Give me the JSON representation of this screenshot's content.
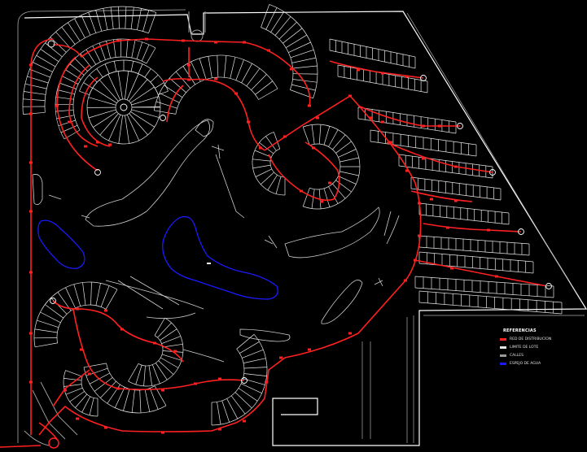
{
  "drawing": {
    "background_color": "#000000",
    "lot_line_color": "#e6e6e6",
    "network_color": "#ff2020",
    "water_color": "#1a1aff",
    "boundary_color": "#ffffff"
  },
  "legend": {
    "title": "REFERENCIAS",
    "entries": [
      {
        "symbol": "red-line",
        "label": "RED DE DISTRIBUCION",
        "color": "#ff2020"
      },
      {
        "symbol": "white-line",
        "label": "LIMITE DE LOTE",
        "color": "#e6e6e6"
      },
      {
        "symbol": "gray-line",
        "label": "CALLES",
        "color": "#9a9a9a"
      },
      {
        "symbol": "blue-line",
        "label": "ESPEJO DE AGUA",
        "color": "#1a1aff"
      }
    ]
  }
}
